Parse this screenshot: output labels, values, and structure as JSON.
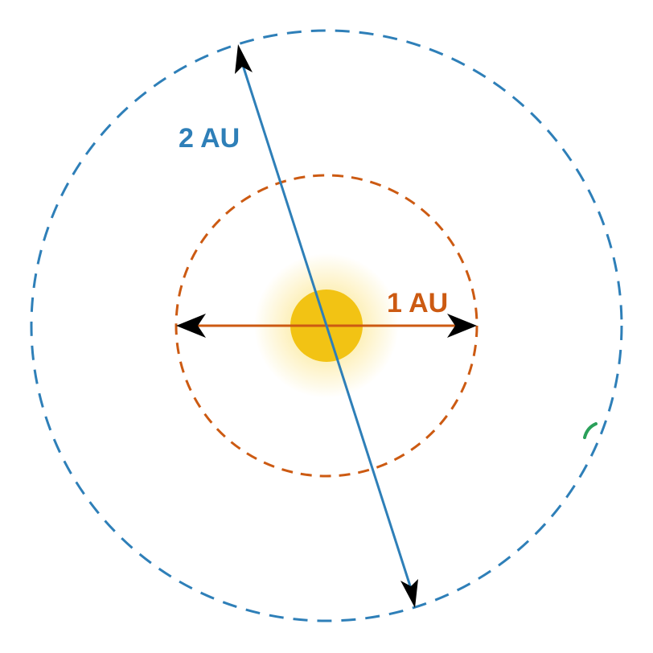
{
  "diagram": {
    "labels": {
      "inner": "1 AU",
      "outer": "2 AU"
    },
    "colors": {
      "inner_orbit": "#cc5a12",
      "outer_orbit": "#2e7fb8",
      "sun_core": "#f2c314",
      "sun_glow": "#fbe27a",
      "arrowhead": "#000000",
      "marker": "#2aa05a"
    },
    "icons": {
      "sun": "sun-icon",
      "marker": "green-comet-mark"
    }
  }
}
